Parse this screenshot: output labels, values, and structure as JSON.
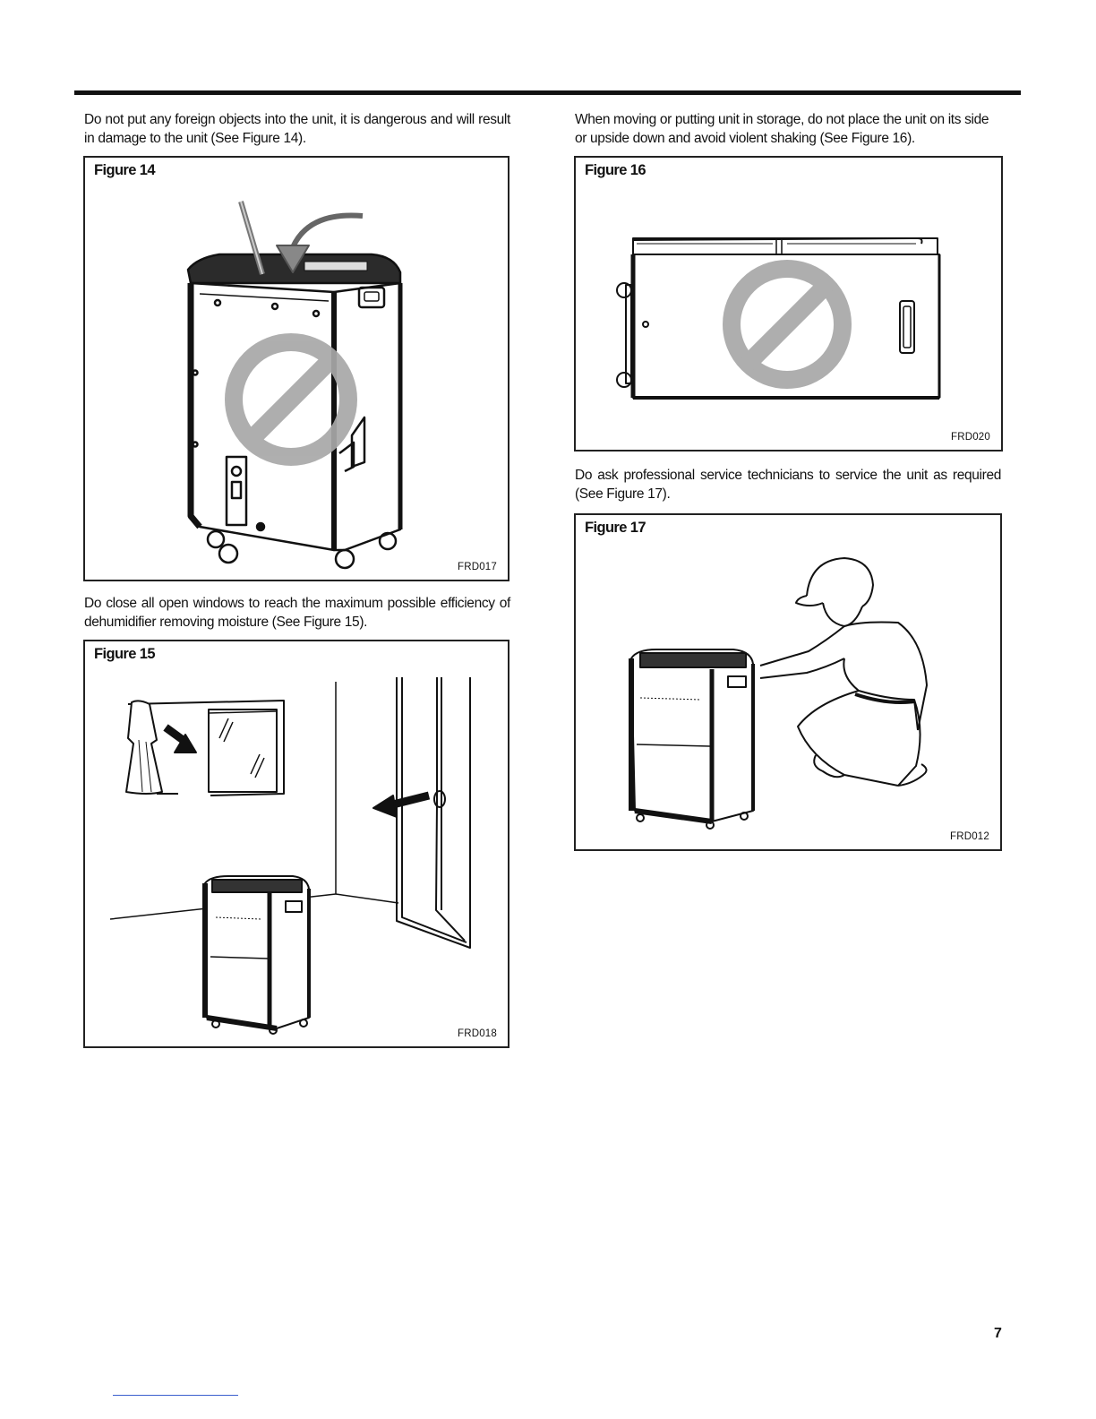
{
  "left_column": {
    "para1": "Do not put any foreign objects into the unit, it is dangerous and will result in damage to the unit (See Figure 14).",
    "figure14": {
      "title": "Figure 14",
      "code": "FRD017"
    },
    "para2": "Do close all open windows to reach the maximum possible efficiency of dehumidifier removing moisture (See Figure 15).",
    "figure15": {
      "title": "Figure 15",
      "code": "FRD018"
    }
  },
  "right_column": {
    "para1": "When moving or putting unit in storage, do not place the unit on its side or upside down and avoid violent shaking (See Figure 16).",
    "figure16": {
      "title": "Figure 16",
      "code": "FRD020"
    },
    "para2": "Do ask professional service technicians to service the unit as required (See Figure 17).",
    "figure17": {
      "title": "Figure 17",
      "code": "FRD012"
    }
  },
  "footer": {
    "page_number": "7"
  },
  "colors": {
    "prohibition_symbol": "#a8a8a8",
    "line_art": "#111111"
  }
}
